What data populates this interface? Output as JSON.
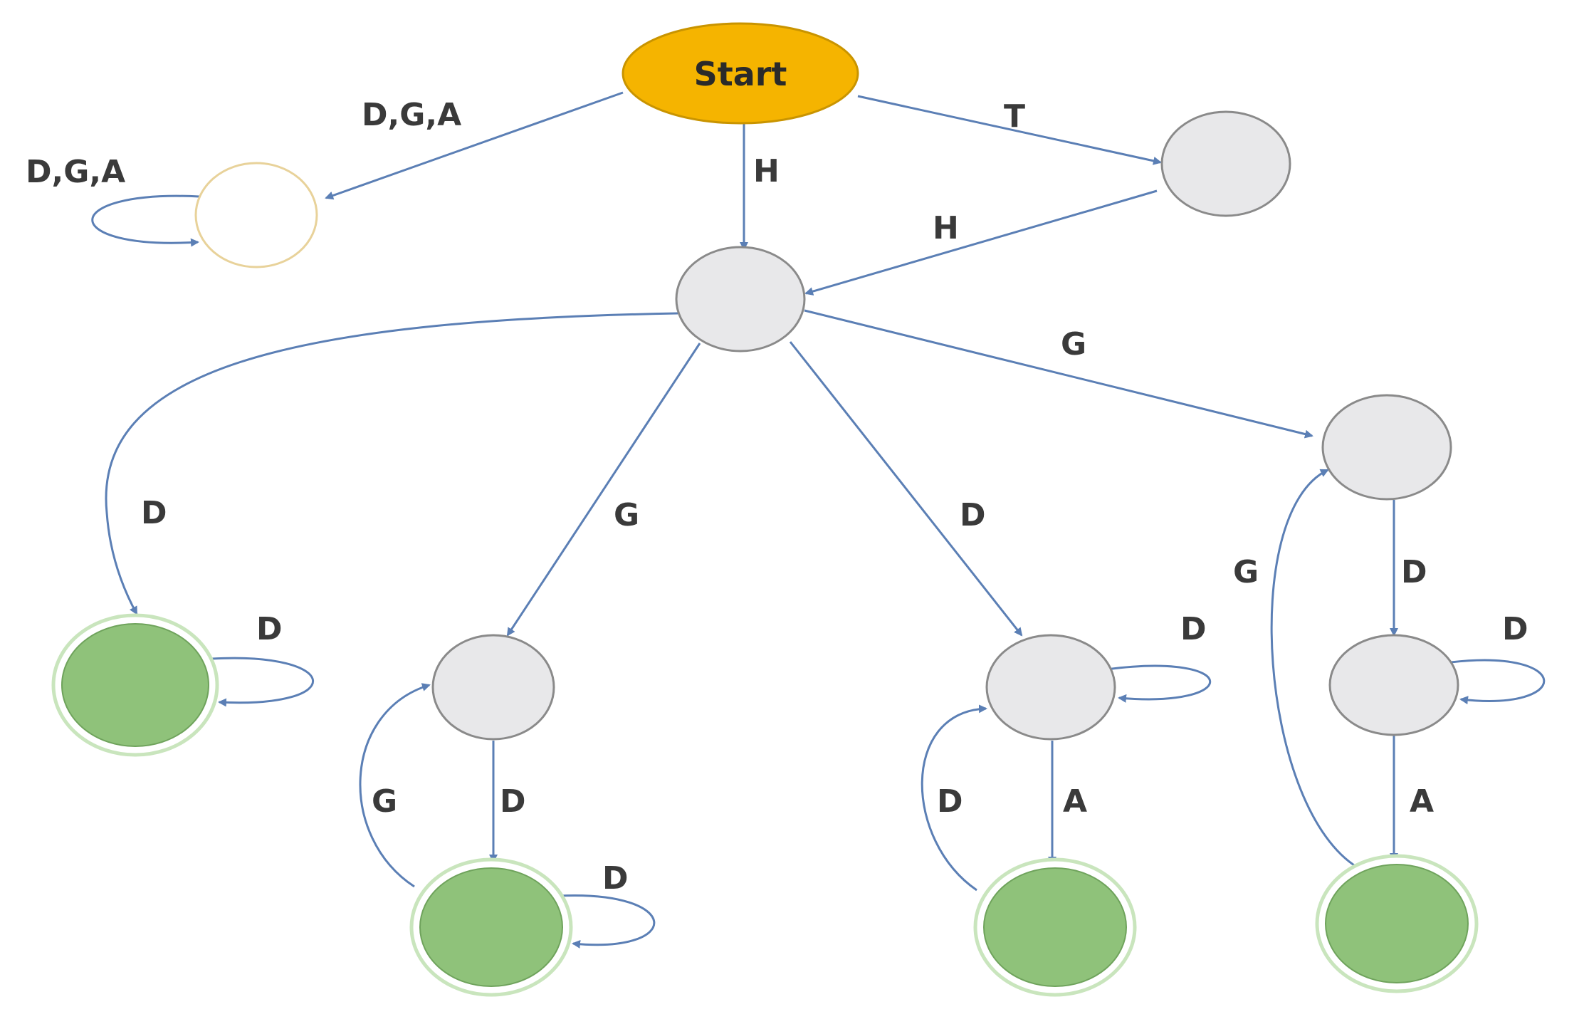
{
  "colors": {
    "start_fill": "#f5b400",
    "start_stroke": "#c99400",
    "node_fill": "#e8e8ea",
    "node_stroke": "#8a8a8a",
    "trap_stroke": "#e8d29a",
    "accept_fill": "#8fc27a",
    "accept_stroke": "#8fc27a",
    "accept_ring": "#c9e5bd",
    "edge": "#5b7fb5",
    "label": "#3a3a3a"
  },
  "start_label": "Start",
  "edge_labels": {
    "start_to_trap": "D,G,A",
    "trap_loop": "D,G,A",
    "start_to_hub": "H",
    "start_to_t": "T",
    "t_to_hub": "H",
    "hub_to_acc1": "D",
    "acc1_loop": "D",
    "hub_to_n2": "G",
    "n2_to_acc2": "D",
    "acc2_to_n2": "G",
    "acc2_loop": "D",
    "hub_to_n3": "D",
    "n3_loop": "D",
    "n3_to_acc3": "A",
    "acc3_to_n3": "D",
    "hub_to_n4": "G",
    "n4_to_n5": "D",
    "n5_loop": "D",
    "n5_to_acc4": "A",
    "acc4_to_n4": "G"
  }
}
